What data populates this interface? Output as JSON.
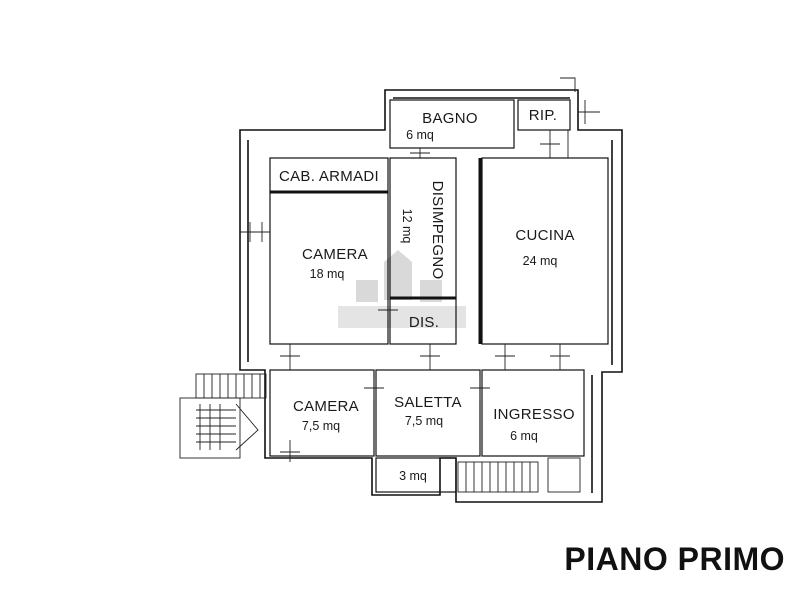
{
  "plan": {
    "title": "PIANO PRIMO",
    "rooms": {
      "bagno": {
        "name": "BAGNO",
        "area": "6 mq"
      },
      "rip": {
        "name": "RIP."
      },
      "cab_armadi": {
        "name": "CAB. ARMADI"
      },
      "disimpegno": {
        "name": "DISIMPEGNO",
        "area": "12 mq"
      },
      "cucina": {
        "name": "CUCINA",
        "area": "24 mq"
      },
      "camera_main": {
        "name": "CAMERA",
        "area": "18 mq"
      },
      "dis": {
        "name": "DIS."
      },
      "camera_small": {
        "name": "CAMERA",
        "area": "7,5 mq"
      },
      "saletta": {
        "name": "SALETTA",
        "area": "7,5 mq"
      },
      "ingresso": {
        "name": "INGRESSO",
        "area": "6 mq"
      },
      "small_room": {
        "area": "3 mq"
      }
    },
    "colors": {
      "line": "#111111",
      "watermark": "#d6d6d6"
    }
  }
}
